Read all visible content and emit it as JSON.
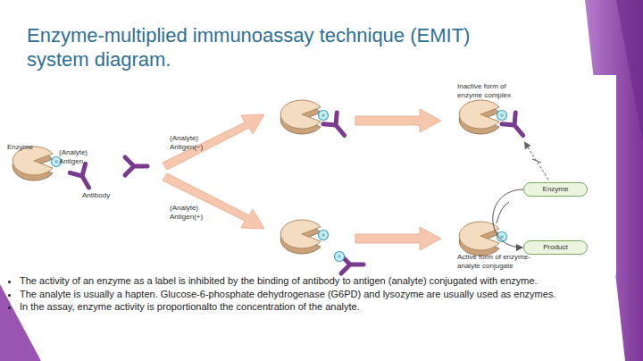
{
  "diagram": {
    "title": "Enzyme-multiplied immunoassay technique (EMIT) system diagram.",
    "nodes": [
      {
        "text": [
          "Enzyme"
        ]
      },
      {
        "text": [
          "Product"
        ]
      }
    ],
    "edges": [
      {
        "from": 0,
        "to": 1,
        "arrow": "to"
      }
    ],
    "labels": [
      "Enzyme",
      "(Analyte) Antigen",
      "Antibody",
      "(Analyte) Antigen(−)",
      "(Analyte) Antigen(+)",
      "Inactive form of enzyme complex",
      "Active form of enzyme-analyte conjugate",
      "The activity of an enzyme as a label is inhibited by the binding of antibody to antigen (analyte) conjugated with enzyme.",
      "The analyte is usually a hapten. Glucose-6-phosphate dehydrogenase (G6PD) and lysozyme are usually used as enzymes.",
      "In the assay, enzyme activity is proportionalto the concentration of the analyte."
    ]
  }
}
